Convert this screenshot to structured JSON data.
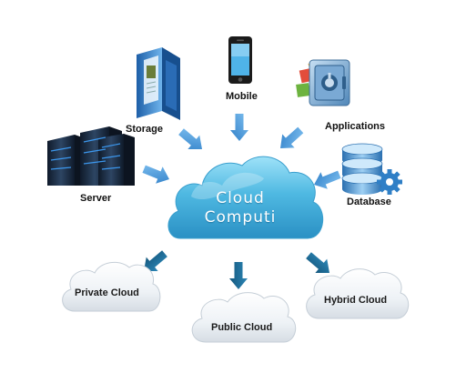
{
  "center": {
    "line1": "Cloud",
    "line2": "Computi"
  },
  "sources": {
    "storage": "Storage",
    "mobile": "Mobile",
    "applications": "Applications",
    "server": "Server",
    "database": "Database"
  },
  "targets": {
    "private": "Private Cloud",
    "public": "Public Cloud",
    "hybrid": "Hybrid Cloud"
  },
  "colors": {
    "arrow_in": "#3f8fd6",
    "arrow_out": "#1f6e9a",
    "main_cloud": "#4fb8e0",
    "sub_cloud": "#eef2f5"
  }
}
